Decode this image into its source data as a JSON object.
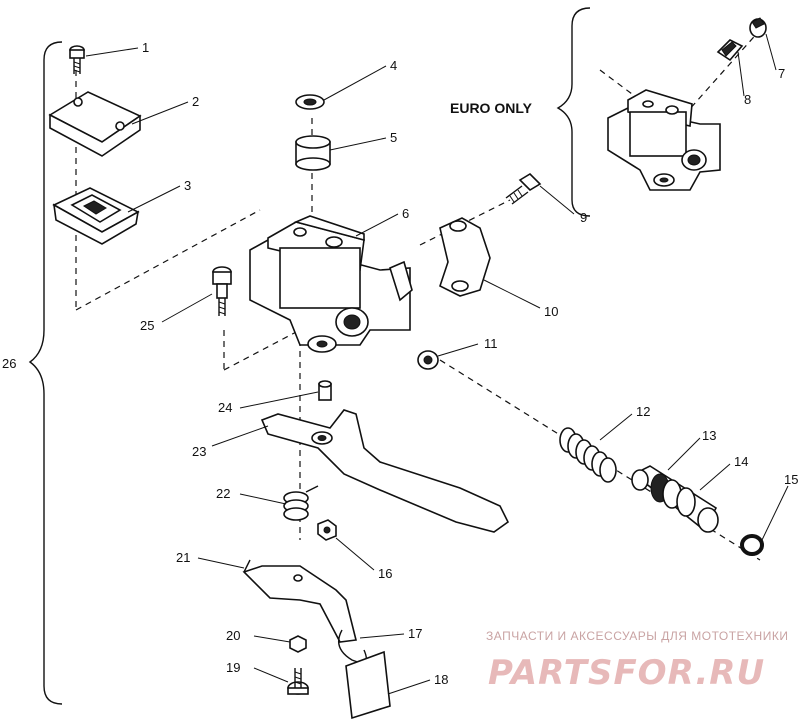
{
  "diagram": {
    "euro_label": "EURO ONLY",
    "callouts": [
      "1",
      "2",
      "3",
      "4",
      "5",
      "6",
      "7",
      "8",
      "9",
      "10",
      "11",
      "12",
      "13",
      "14",
      "15",
      "16",
      "17",
      "18",
      "19",
      "20",
      "21",
      "22",
      "23",
      "24",
      "25",
      "26"
    ]
  },
  "watermark": {
    "caption": "ЗАПЧАСТИ И АКСЕССУАРЫ ДЛЯ МОТОТЕХНИКИ",
    "brand": "PARTSFOR.RU"
  }
}
